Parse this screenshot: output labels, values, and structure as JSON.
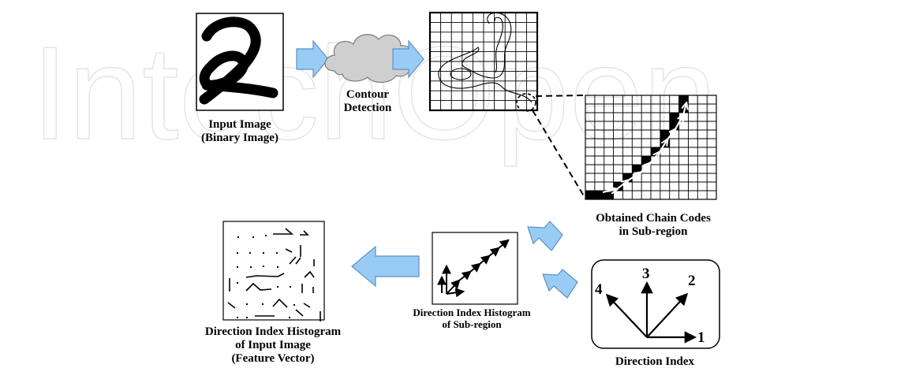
{
  "watermark": "IntechOpen",
  "labels": {
    "input_image": [
      "Input Image",
      "(Binary Image)"
    ],
    "contour_detection": [
      "Contour",
      "Detection"
    ],
    "chain_codes": [
      "Obtained Chain Codes",
      "in Sub-region"
    ],
    "subregion_histogram": [
      "Direction Index Histogram",
      "of Sub-region"
    ],
    "input_histogram": [
      "Direction Index Histogram",
      "of Input Image",
      "(Feature Vector)"
    ],
    "direction_index": "Direction Index"
  },
  "direction_numbers": [
    "1",
    "2",
    "3",
    "4"
  ],
  "colors": {
    "arrow_fill": "#99ccf5",
    "arrow_stroke": "#5f8fc2",
    "cloud_fill": "#cfcfcf",
    "ink": "#000000"
  }
}
